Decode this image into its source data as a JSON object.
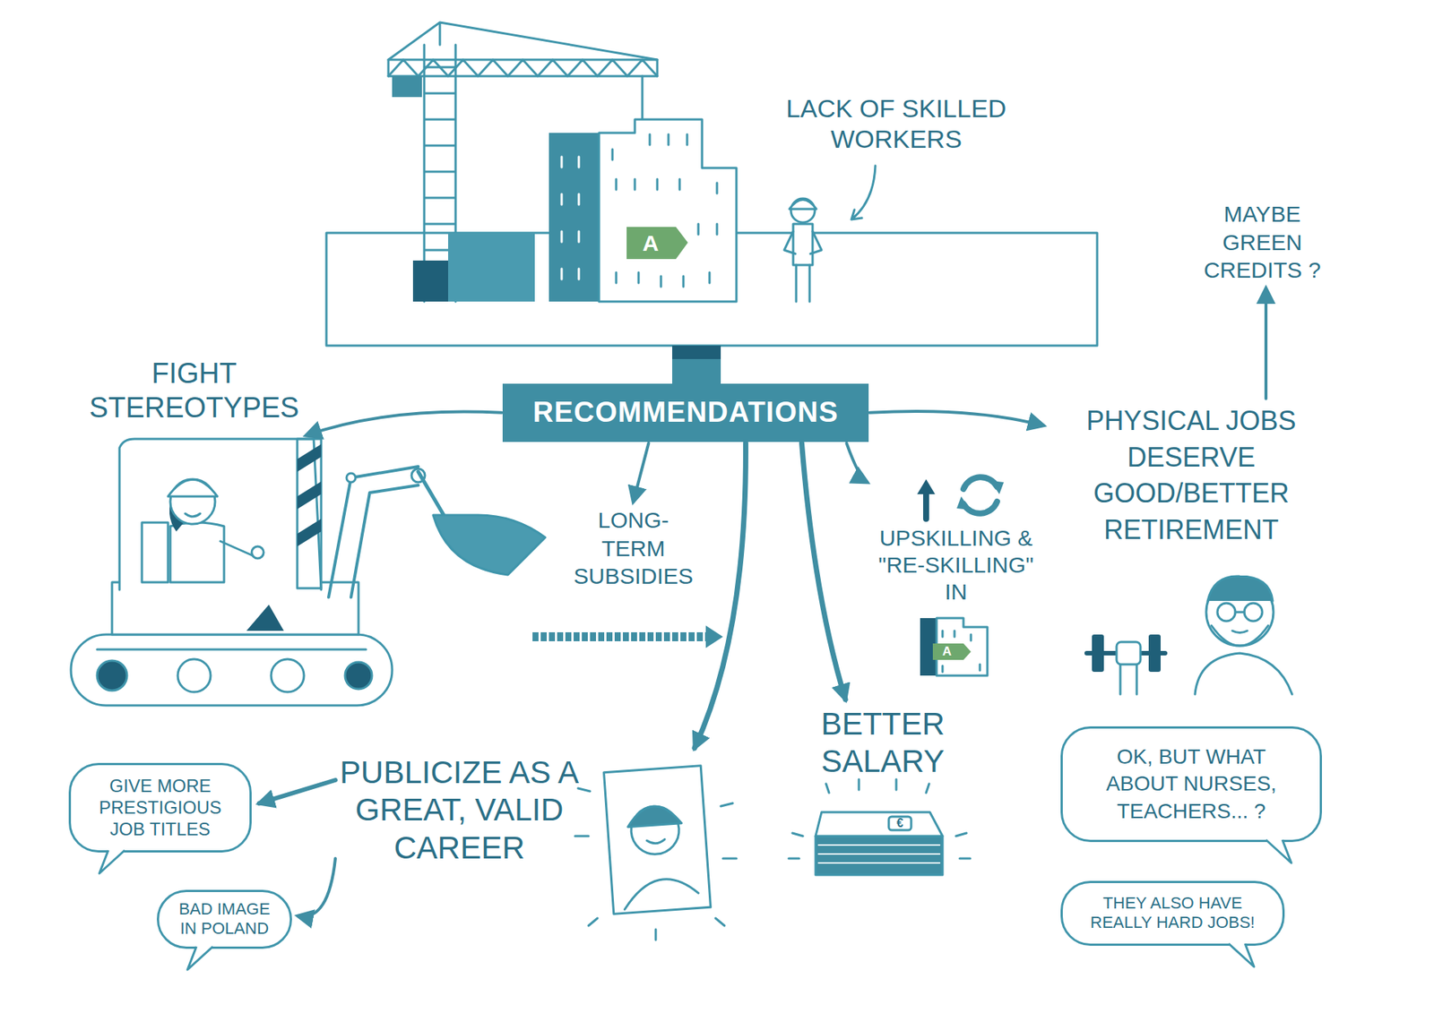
{
  "diagram": {
    "nodes": [
      {
        "text": [
          "RECOMMENDATIONS"
        ]
      },
      {
        "text": [
          "FIGHT STEREOTYPES"
        ]
      },
      {
        "text": [
          "LONG-TERM SUBSIDIES"
        ]
      },
      {
        "text": [
          "PUBLICIZE AS A GREAT, VALID CAREER"
        ]
      },
      {
        "text": [
          "BETTER SALARY"
        ]
      },
      {
        "text": [
          "UPSKILLING & \"RE-SKILLING\" IN"
        ]
      },
      {
        "text": [
          "PHYSICAL JOBS DESERVE GOOD/BETTER RETIREMENT"
        ]
      },
      {
        "text": [
          "MAYBE GREEN CREDITS ?"
        ]
      },
      {
        "text": [
          "GIVE MORE PRESTIGIOUS JOB TITLES"
        ]
      },
      {
        "text": [
          "BAD IMAGE IN POLAND"
        ]
      },
      {
        "text": [
          "OK, BUT WHAT ABOUT NURSES, TEACHERS... ?"
        ]
      },
      {
        "text": [
          "THEY ALSO HAVE REALLY HARD JOBS!"
        ]
      }
    ],
    "edges": [
      {
        "from": 0,
        "to": 1,
        "arrow": "to"
      },
      {
        "from": 0,
        "to": 2,
        "arrow": "to"
      },
      {
        "from": 0,
        "to": 3,
        "arrow": "to"
      },
      {
        "from": 0,
        "to": 4,
        "arrow": "to"
      },
      {
        "from": 0,
        "to": 5,
        "arrow": "to"
      },
      {
        "from": 0,
        "to": 6,
        "arrow": "to"
      },
      {
        "from": 6,
        "to": 7,
        "arrow": "to"
      },
      {
        "from": 3,
        "to": 8,
        "arrow": "to"
      },
      {
        "from": 3,
        "to": 9,
        "arrow": "to"
      }
    ],
    "labels": [
      "LACK OF SKILLED WORKERS",
      "A",
      "A",
      "€"
    ]
  }
}
